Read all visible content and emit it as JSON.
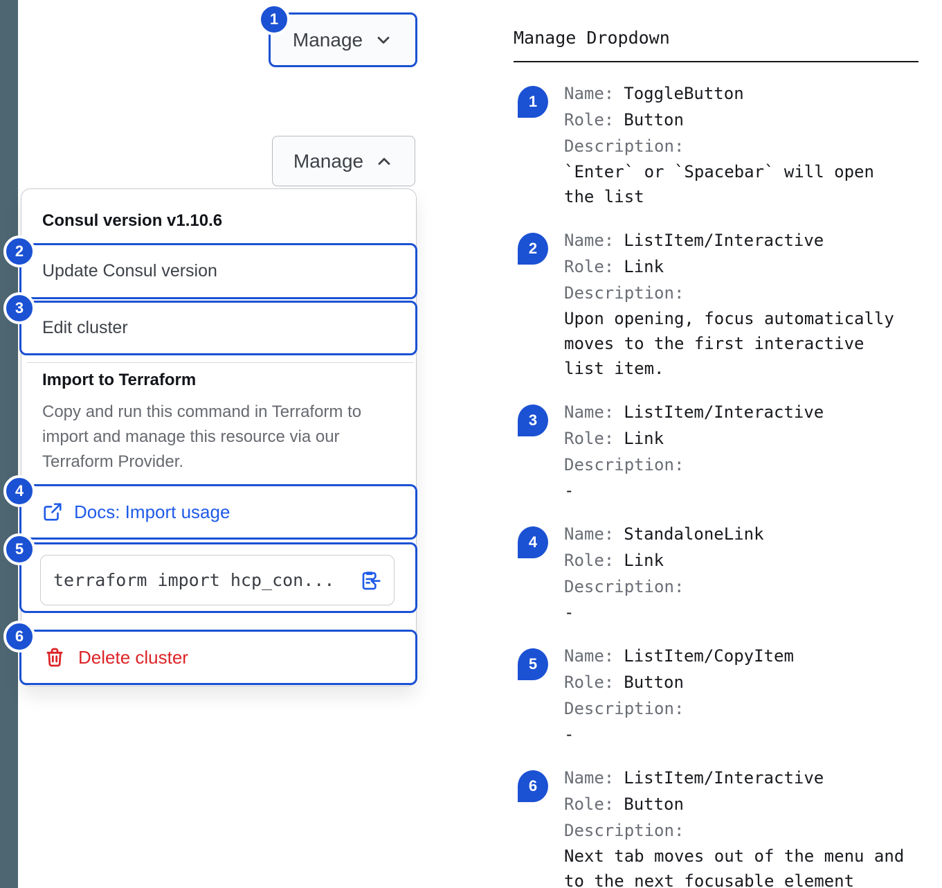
{
  "colors": {
    "accent_blue": "#1b51d3",
    "link_blue": "#1e5be8",
    "danger_red": "#dc2427",
    "sidebar_strip": "#4d6671"
  },
  "toggle_collapsed": {
    "label": "Manage",
    "badge": "1",
    "icon": "chevron-down-icon"
  },
  "toggle_expanded": {
    "label": "Manage",
    "icon": "chevron-up-icon"
  },
  "dropdown": {
    "version_header": "Consul version v1.10.6",
    "update_item": {
      "badge": "2",
      "label": "Update Consul version"
    },
    "edit_item": {
      "badge": "3",
      "label": "Edit cluster"
    },
    "import_title": "Import to Terraform",
    "import_description": "Copy and run this command in Terraform to import and manage this resource via our Terraform Provider.",
    "docs_link": {
      "badge": "4",
      "label": "Docs: Import usage",
      "icon": "external-link-icon"
    },
    "copy_item": {
      "badge": "5",
      "code": "terraform import hcp_con...",
      "icon": "clipboard-copy-icon"
    },
    "delete_item": {
      "badge": "6",
      "label": "Delete cluster",
      "icon": "trash-icon"
    }
  },
  "doc_panel": {
    "title": "Manage Dropdown",
    "labels": {
      "name": "Name:",
      "role": "Role:",
      "description": "Description:"
    },
    "entries": [
      {
        "badge": "1",
        "name": "ToggleButton",
        "role": "Button",
        "description": "`Enter` or `Spacebar` will open the list"
      },
      {
        "badge": "2",
        "name": "ListItem/Interactive",
        "role": "Link",
        "description": "Upon opening, focus automatically moves to the first interactive list item."
      },
      {
        "badge": "3",
        "name": "ListItem/Interactive",
        "role": "Link",
        "description": "-"
      },
      {
        "badge": "4",
        "name": "StandaloneLink",
        "role": "Link",
        "description": "-"
      },
      {
        "badge": "5",
        "name": "ListItem/CopyItem",
        "role": "Button",
        "description": "-"
      },
      {
        "badge": "6",
        "name": "ListItem/Interactive",
        "role": "Button",
        "description": "Next tab moves out of the menu and to the next focusable element"
      }
    ]
  }
}
